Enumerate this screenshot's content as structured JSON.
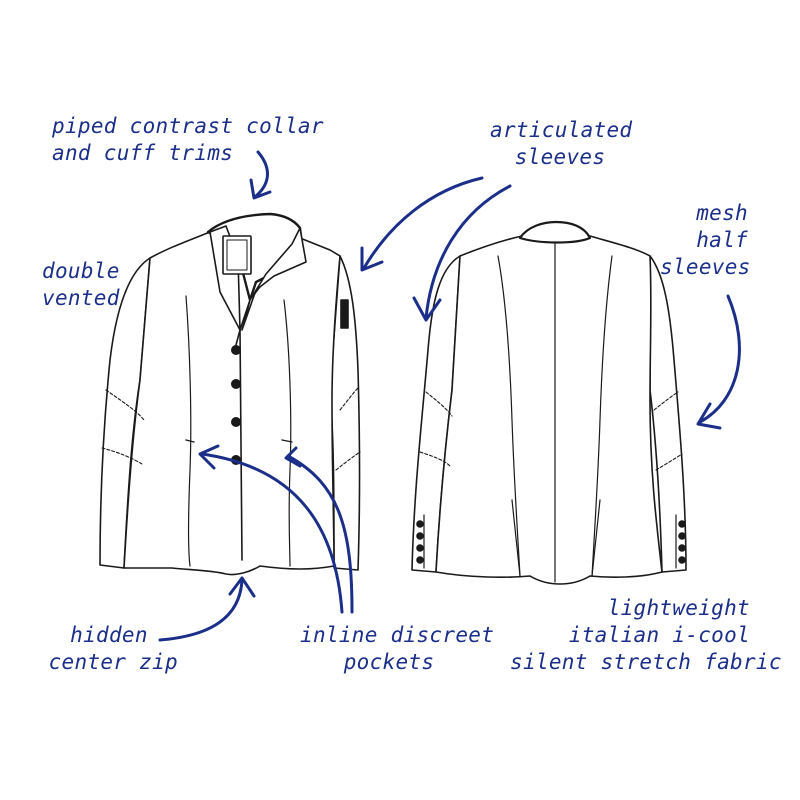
{
  "colors": {
    "ink": "#1b2f8a",
    "line": "#1a1a1a",
    "fill": "#ffffff"
  },
  "annotations": {
    "collar": {
      "lines": [
        "piped contrast collar",
        "and cuff trims"
      ]
    },
    "sleeves": {
      "lines": [
        "articulated",
        "sleeves"
      ]
    },
    "mesh": {
      "lines": [
        "mesh",
        "half",
        "sleeves"
      ]
    },
    "vented": {
      "lines": [
        "double",
        "vented"
      ]
    },
    "zip": {
      "lines": [
        "hidden",
        "center zip"
      ]
    },
    "pockets": {
      "lines": [
        "inline discreet",
        "pockets"
      ]
    },
    "fabric": {
      "lines": [
        "lightweight",
        "italian i-cool",
        "silent stretch fabric"
      ]
    }
  },
  "jackets": {
    "front": {
      "view": "front",
      "buttons": 4
    },
    "back": {
      "view": "back",
      "cuff_buttons": 4
    }
  }
}
